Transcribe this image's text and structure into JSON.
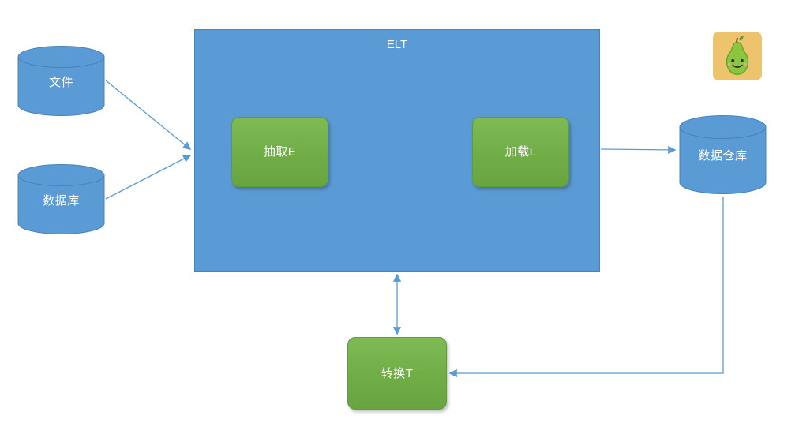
{
  "diagram": {
    "elt_box": {
      "title": "ELT"
    },
    "nodes": {
      "files": {
        "label": "文件"
      },
      "database": {
        "label": "数据库"
      },
      "extract": {
        "label": "抽取E"
      },
      "load": {
        "label": "加载L"
      },
      "warehouse": {
        "label": "数据仓库"
      },
      "transform": {
        "label": "转换T"
      }
    },
    "edges": [
      {
        "from": "files",
        "to": "elt_box",
        "type": "single-arrow"
      },
      {
        "from": "database",
        "to": "elt_box",
        "type": "single-arrow"
      },
      {
        "from": "elt_box",
        "to": "warehouse",
        "type": "single-arrow"
      },
      {
        "from": "elt_box",
        "to": "transform",
        "type": "double-arrow"
      },
      {
        "from": "warehouse",
        "to": "transform",
        "type": "elbow-arrow"
      }
    ],
    "colors": {
      "node_blue": "#5B9BD5",
      "node_blue_border": "#4981B8",
      "node_green": "#70AD47",
      "node_green_border": "#5E9C3C",
      "connector": "#5B9BD5",
      "label_text": "#FFFFFF"
    },
    "logo": {
      "icon": "pear-mascot-icon"
    }
  }
}
